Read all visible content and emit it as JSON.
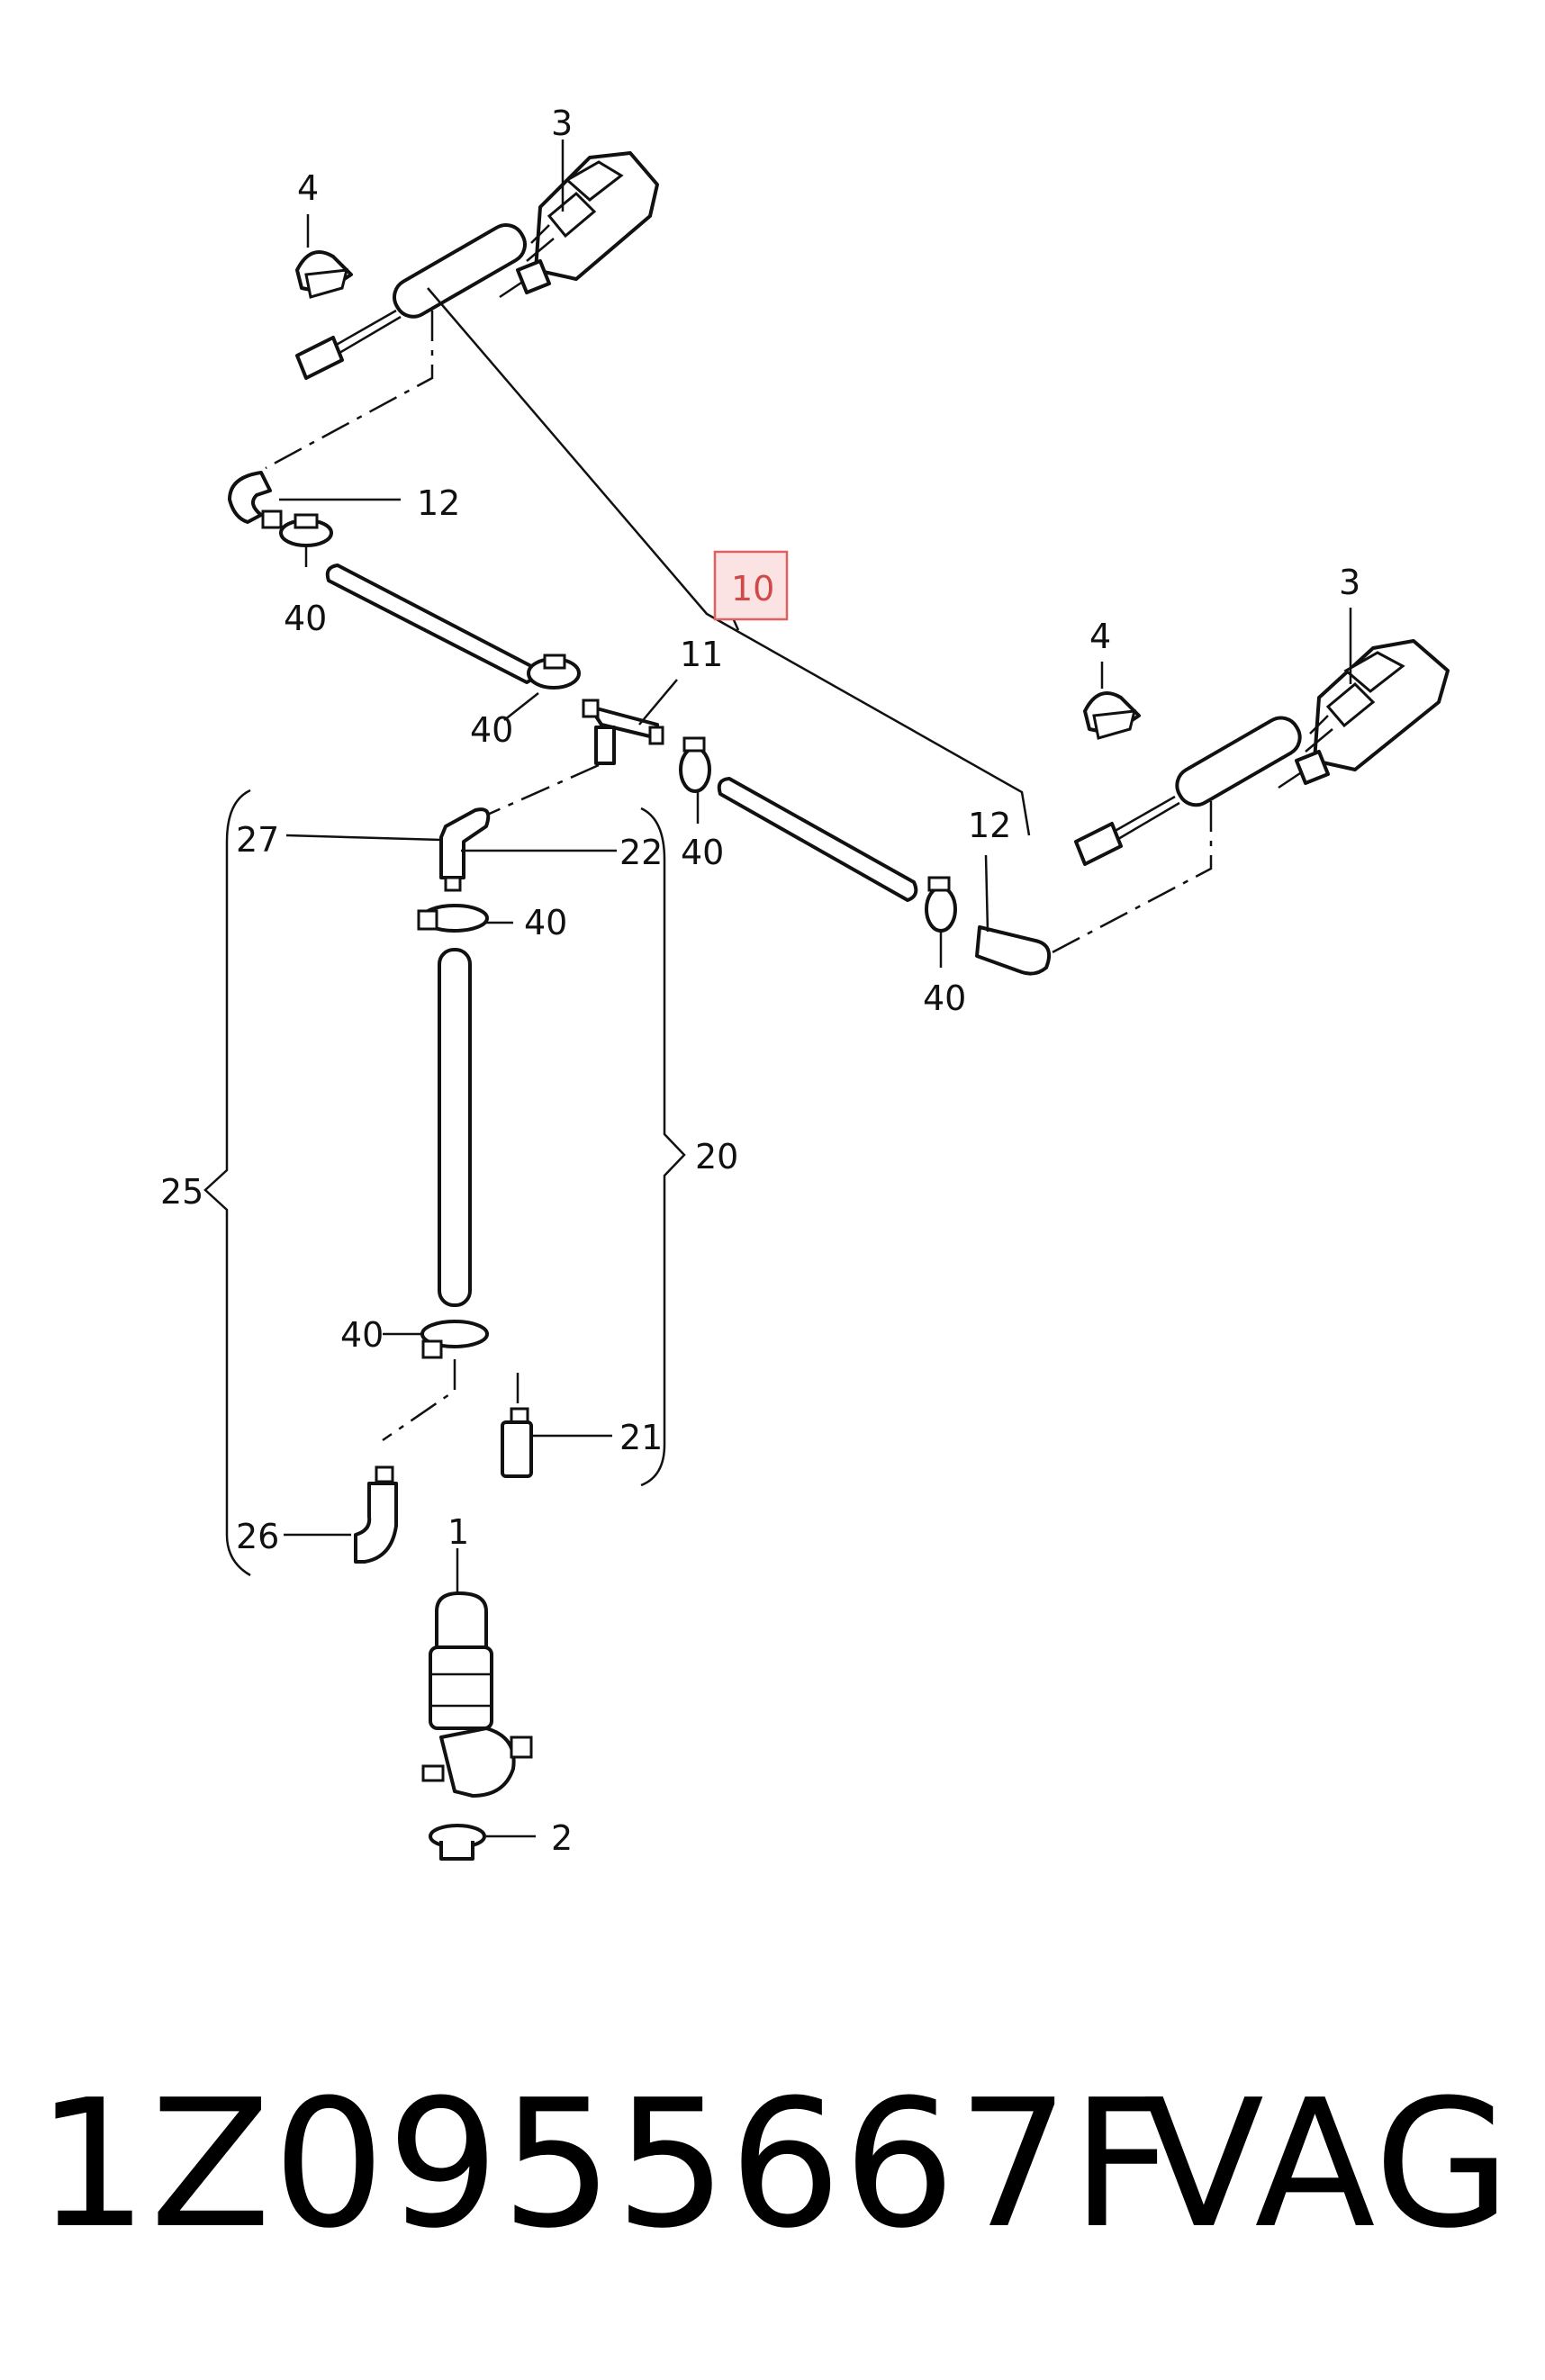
{
  "callouts": {
    "c3a": "3",
    "c4a": "4",
    "c12a": "12",
    "c40a": "40",
    "c10": "10",
    "c3b": "3",
    "c4b": "4",
    "c11": "11",
    "c40b": "40",
    "c27": "27",
    "c22": "22",
    "c40c": "40",
    "c12b": "12",
    "c40d": "40",
    "c40e": "40",
    "c25": "25",
    "c20": "20",
    "c40f": "40",
    "c21": "21",
    "c26": "26",
    "c1": "1",
    "c2": "2"
  },
  "highlight_color": "#e06060",
  "footer": {
    "part_number": "1Z0955667F",
    "brand": "VAG"
  }
}
